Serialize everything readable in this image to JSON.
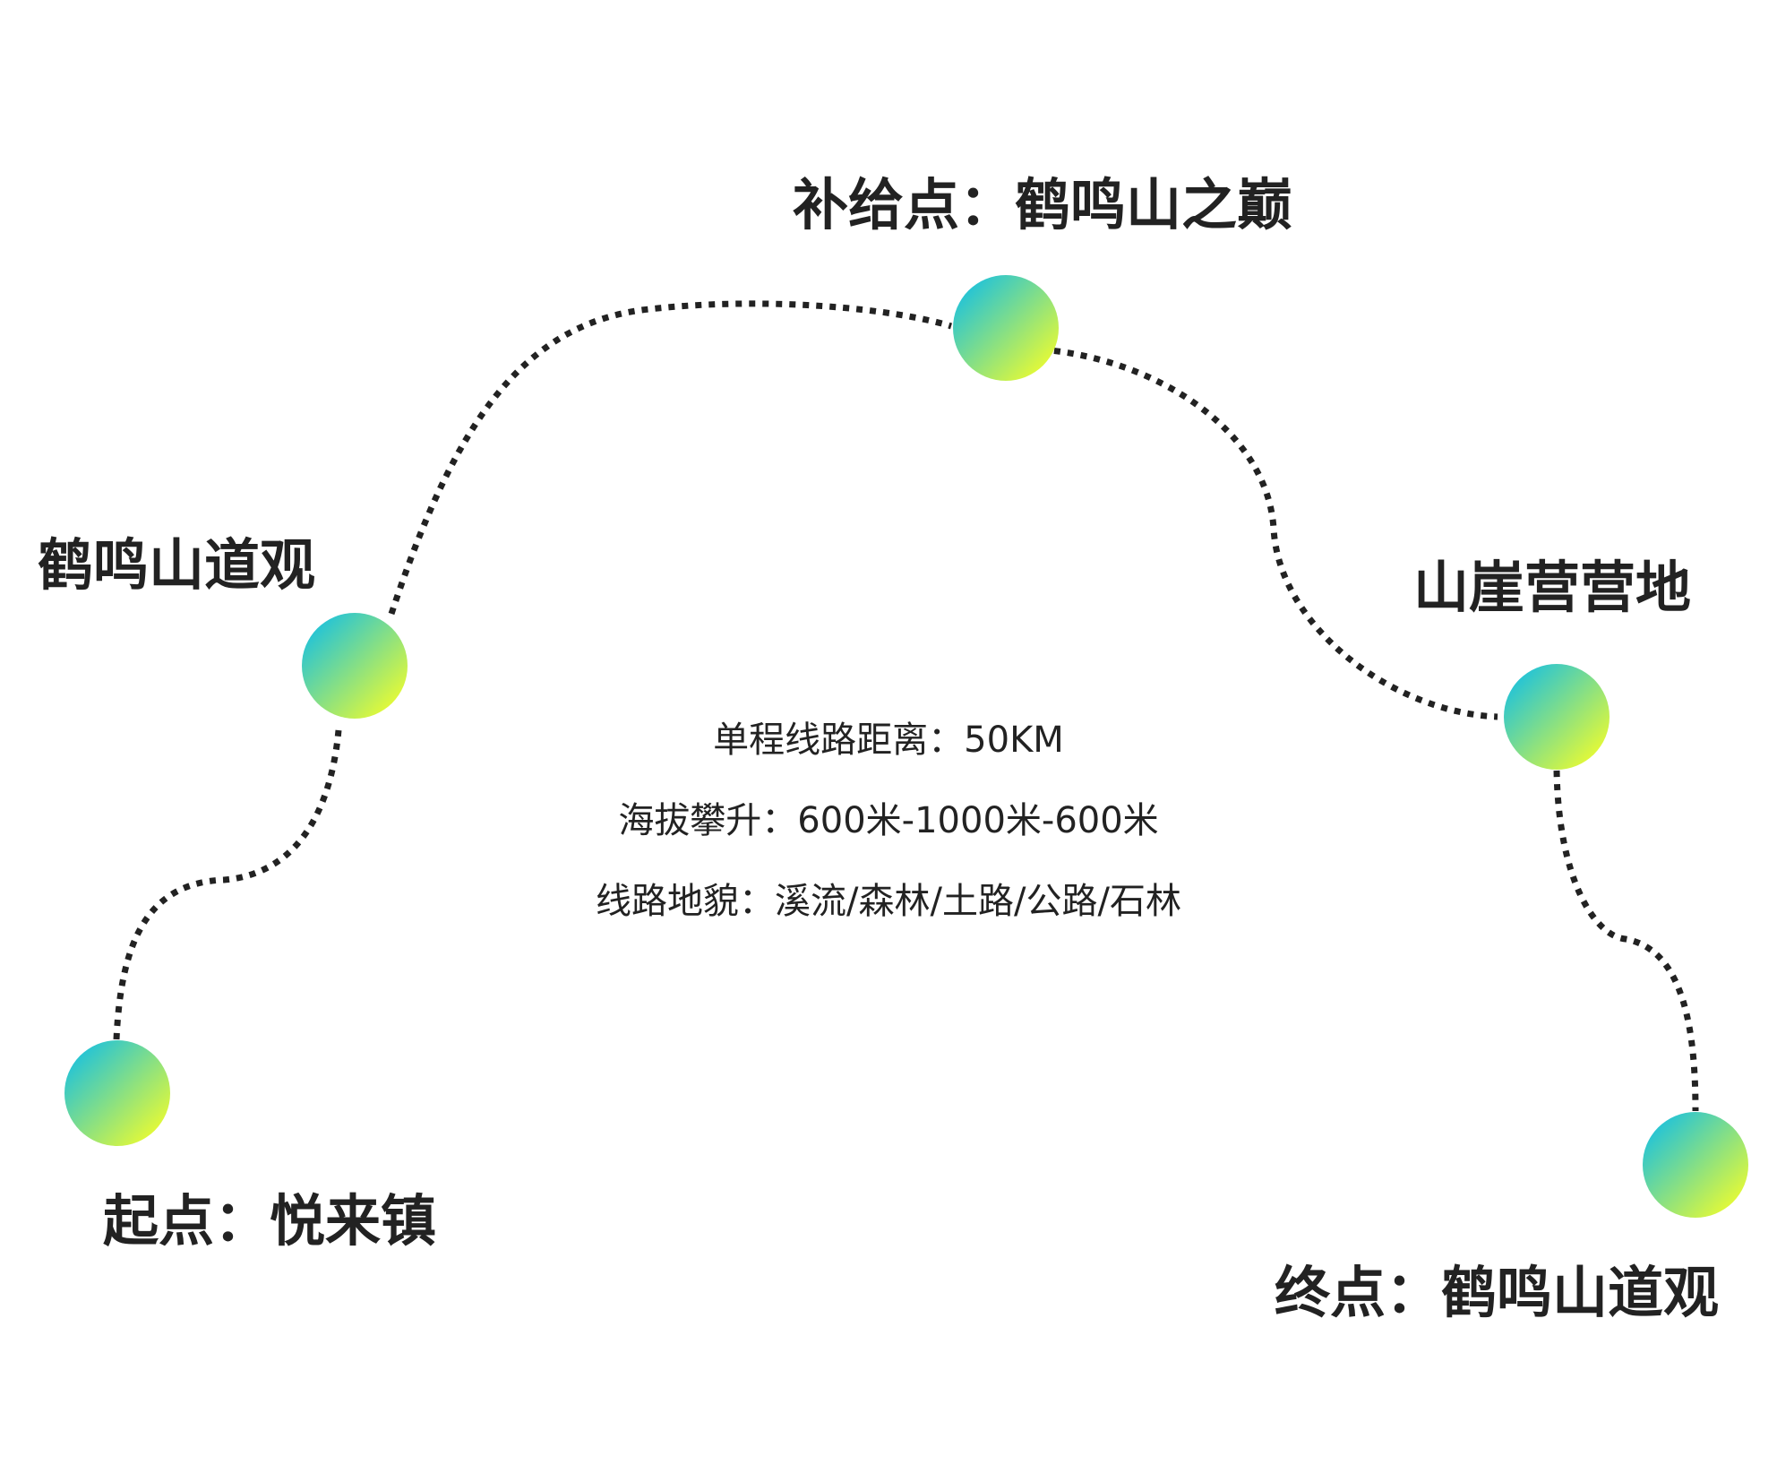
{
  "stops": [
    {
      "id": "start",
      "label": "起点：悦来镇"
    },
    {
      "id": "temple",
      "label": "鹤鸣山道观"
    },
    {
      "id": "summit",
      "label": "补给点：鹤鸣山之巅"
    },
    {
      "id": "camp",
      "label": "山崖营营地"
    },
    {
      "id": "end",
      "label": "终点：鹤鸣山道观"
    }
  ],
  "info": {
    "distance": "单程线路距离：50KM",
    "elevation": "海拔攀升：600米-1000米-600米",
    "terrain": "线路地貌：溪流/森林/土路/公路/石林"
  },
  "colors": {
    "node_gradient_start": "#22c3d8",
    "node_gradient_end": "#e6fa35",
    "route_dots": "#222222",
    "text": "#222222"
  }
}
